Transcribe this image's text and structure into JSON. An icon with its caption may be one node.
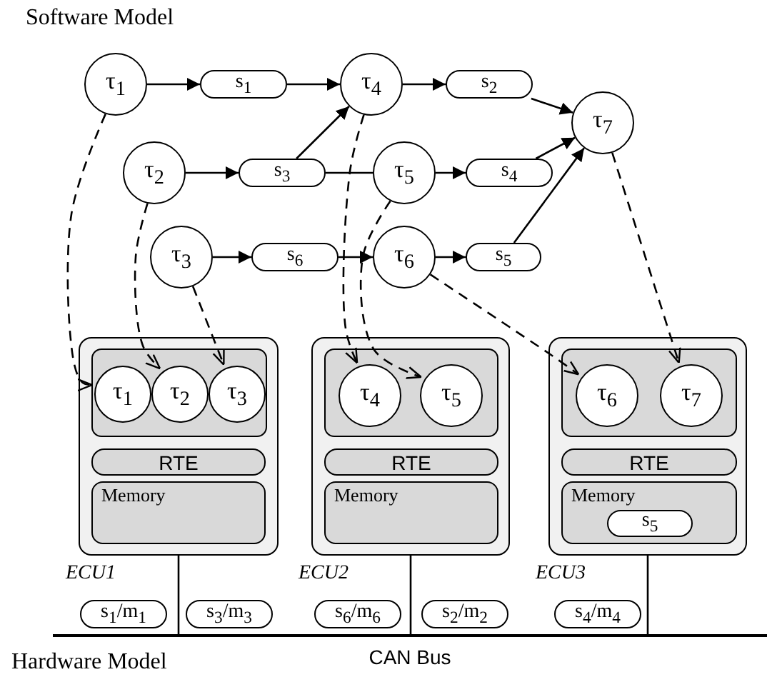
{
  "diagram": {
    "nodes": [
      {
        "text": [
          "τ$_{1}$"
        ]
      },
      {
        "text": [
          "s$_{1}$"
        ]
      },
      {
        "text": [
          "τ$_{4}$"
        ]
      },
      {
        "text": [
          "s$_{2}$"
        ]
      },
      {
        "text": [
          "τ$_{7}$"
        ]
      },
      {
        "text": [
          "τ$_{2}$"
        ]
      },
      {
        "text": [
          "s$_{3}$"
        ]
      },
      {
        "text": [
          "τ$_{5}$"
        ]
      },
      {
        "text": [
          "s$_{4}$"
        ]
      },
      {
        "text": [
          "τ$_{3}$"
        ]
      },
      {
        "text": [
          "s$_{6}$"
        ]
      },
      {
        "text": [
          "τ$_{6}$"
        ]
      },
      {
        "text": [
          "s$_{5}$"
        ]
      },
      {
        "text": [
          "ECU1"
        ]
      },
      {
        "text": [],
        "shape": "box",
        "in": 13
      },
      {
        "text": [
          "τ$_{1}$"
        ],
        "in": 14
      },
      {
        "text": [
          "τ$_{2}$"
        ],
        "in": 14
      },
      {
        "text": [
          "τ$_{3}$"
        ],
        "in": 14
      },
      {
        "text": [
          "RTE"
        ],
        "in": 13
      },
      {
        "text": [
          "Memory"
        ],
        "in": 13
      },
      {
        "text": [
          "ECU2"
        ]
      },
      {
        "text": [],
        "shape": "box",
        "in": 20
      },
      {
        "text": [
          "τ$_{4}$"
        ],
        "in": 21
      },
      {
        "text": [
          "τ$_{5}$"
        ],
        "in": 21
      },
      {
        "text": [
          "RTE"
        ],
        "in": 20
      },
      {
        "text": [
          "Memory"
        ],
        "in": 20
      },
      {
        "text": [
          "ECU3"
        ]
      },
      {
        "text": [],
        "shape": "box",
        "in": 26
      },
      {
        "text": [
          "τ$_{6}$"
        ],
        "in": 27
      },
      {
        "text": [
          "τ$_{7}$"
        ],
        "in": 27
      },
      {
        "text": [
          "RTE"
        ],
        "in": 26
      },
      {
        "text": [
          "Memory"
        ],
        "in": 26
      },
      {
        "text": [
          "s$_{5}$"
        ],
        "in": 31
      },
      {
        "text": [
          "s$_{1}$/m$_{1}$"
        ]
      },
      {
        "text": [
          "s$_{3}$/m$_{3}$"
        ]
      },
      {
        "text": [
          "s$_{6}$/m$_{6}$"
        ]
      },
      {
        "text": [
          "s$_{2}$/m$_{2}$"
        ]
      },
      {
        "text": [
          "s$_{4}$/m$_{4}$"
        ]
      },
      {
        "text": [
          "CAN Bus"
        ]
      }
    ],
    "edges": [
      {
        "from": 0,
        "to": 1,
        "arrow": "to"
      },
      {
        "from": 1,
        "to": 2,
        "arrow": "to"
      },
      {
        "from": 2,
        "to": 3,
        "arrow": "to"
      },
      {
        "from": 3,
        "to": 4,
        "arrow": "to"
      },
      {
        "from": 5,
        "to": 6,
        "arrow": "to"
      },
      {
        "from": 6,
        "to": 2,
        "arrow": "to"
      },
      {
        "from": 6,
        "to": 7,
        "arrow": "none"
      },
      {
        "from": 7,
        "to": 8,
        "arrow": "to"
      },
      {
        "from": 8,
        "to": 4,
        "arrow": "to"
      },
      {
        "from": 9,
        "to": 10,
        "arrow": "to"
      },
      {
        "from": 10,
        "to": 11,
        "arrow": "to"
      },
      {
        "from": 11,
        "to": 12,
        "arrow": "to"
      },
      {
        "from": 12,
        "to": 4,
        "arrow": "to"
      },
      {
        "from": 0,
        "to": 15,
        "arrow": "to",
        "style": "dashed"
      },
      {
        "from": 5,
        "to": 16,
        "arrow": "to",
        "style": "dashed"
      },
      {
        "from": 9,
        "to": 17,
        "arrow": "to",
        "style": "dashed"
      },
      {
        "from": 2,
        "to": 22,
        "arrow": "to",
        "style": "dashed"
      },
      {
        "from": 7,
        "to": 23,
        "arrow": "to",
        "style": "dashed"
      },
      {
        "from": 11,
        "to": 28,
        "arrow": "to",
        "style": "dashed"
      },
      {
        "from": 4,
        "to": 29,
        "arrow": "to",
        "style": "dashed"
      },
      {
        "from": 13,
        "to": 38,
        "arrow": "none"
      },
      {
        "from": 20,
        "to": 38,
        "arrow": "none"
      },
      {
        "from": 26,
        "to": 38,
        "arrow": "none"
      }
    ],
    "labels": [
      "Software Model",
      "Hardware Model"
    ]
  }
}
